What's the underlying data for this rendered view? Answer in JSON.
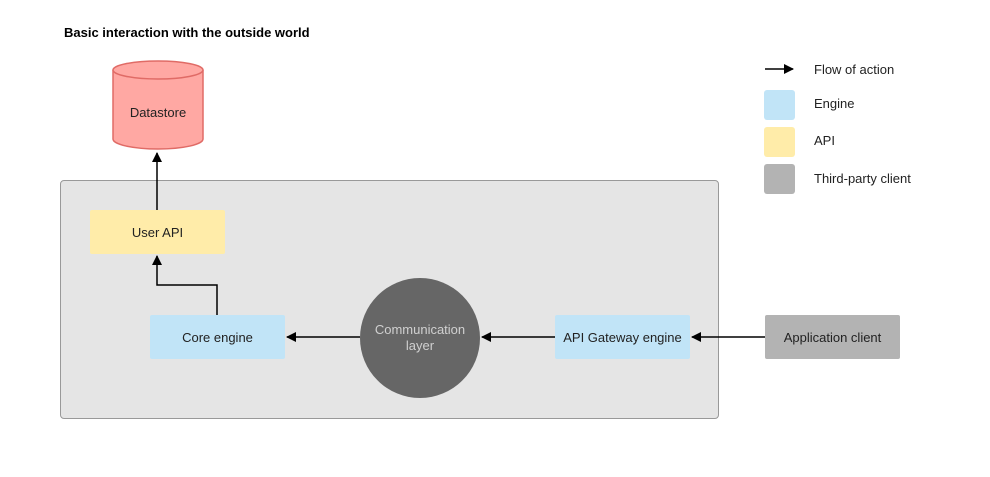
{
  "title": "Basic interaction with the outside world",
  "nodes": {
    "datastore": "Datastore",
    "user_api": "User API",
    "core_engine": "Core engine",
    "communication_layer": "Communication layer",
    "api_gateway_engine": "API Gateway engine",
    "application_client": "Application client"
  },
  "legend": {
    "flow": "Flow of action",
    "engine": "Engine",
    "api": "API",
    "third_party": "Third-party client"
  },
  "colors": {
    "engine": "#c1e4f7",
    "api": "#ffeca9",
    "third_party": "#b3b3b3",
    "datastore": "#ffa8a3",
    "communication_layer": "#666666",
    "container": "#e5e5e5"
  }
}
